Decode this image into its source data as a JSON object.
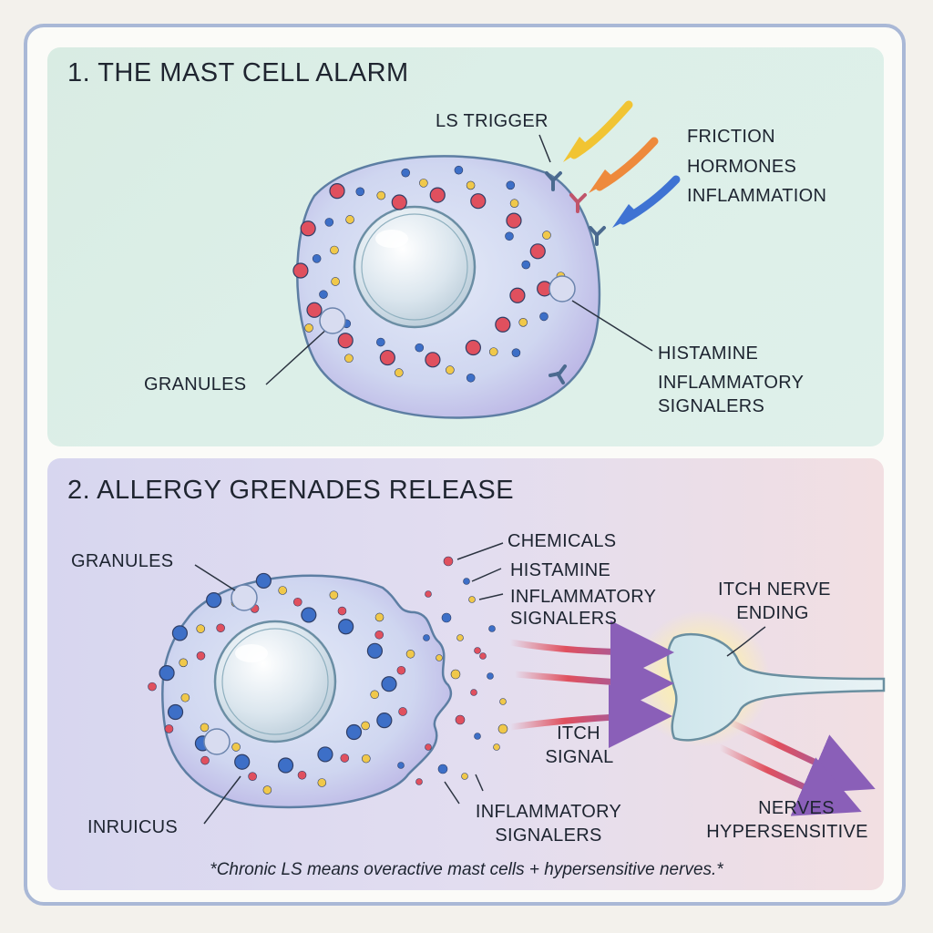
{
  "panel1": {
    "title": "1. THE MAST CELL ALARM",
    "trigger_label": "LS TRIGGER",
    "triggers": [
      "FRICTION",
      "HORMONES",
      "INFLAMMATION"
    ],
    "granules_label": "GRANULES",
    "histamine_label": "HISTAMINE",
    "signalers_label_1": "INFLAMMATORY",
    "signalers_label_2": "SIGNALERS"
  },
  "panel2": {
    "title": "2. ALLERGY GRENADES  RELEASE",
    "granules_label": "GRANULES",
    "chemicals_label": "CHEMICALS",
    "histamine_label": "HISTAMINE",
    "signalers_label_1": "INFLAMMATORY",
    "signalers_label_2": "SIGNALERS",
    "nerve_label_1": "ITCH NERVE",
    "nerve_label_2": "ENDING",
    "itch_signal_1": "ITCH",
    "itch_signal_2": "SIGNAL",
    "nucleus_label": "INRUICUS",
    "bottom_signalers_1": "INFLAMMATORY",
    "bottom_signalers_2": "SIGNALERS",
    "nerves_label_1": "NERVES",
    "nerves_label_2": "HYPERSENSITIVE"
  },
  "footnote": "*Chronic LS means overactive mast cells + hypersensitive nerves.*",
  "colors": {
    "granule_red": "#e0505e",
    "granule_blue": "#3d6fc7",
    "granule_yellow": "#f0c84a",
    "cell_fill": "#c9d4ef",
    "arrow_yellow": "#f1c433",
    "arrow_orange": "#ee8a3c",
    "arrow_blue": "#3f73d3",
    "signal_red": "#e0505e",
    "signal_purple": "#8a5fb8"
  }
}
